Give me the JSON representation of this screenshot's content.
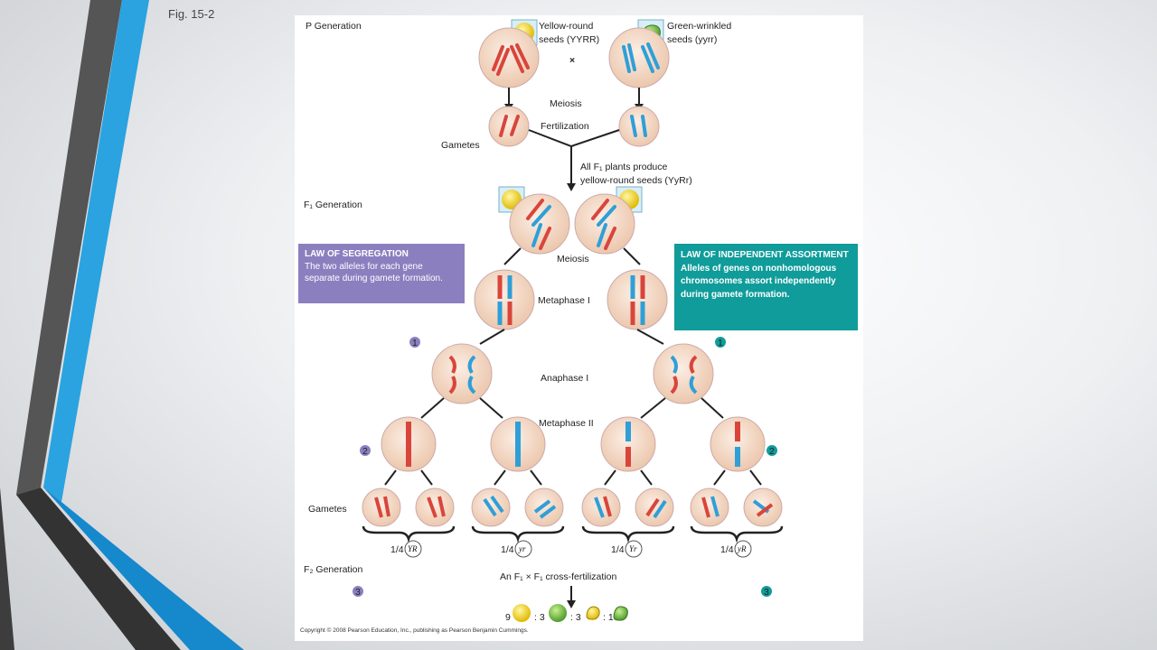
{
  "slide": {
    "fig_label": "Fig. 15-2"
  },
  "labels": {
    "p_generation": "P Generation",
    "yellow_round": "Yellow-round",
    "yellow_round_seeds": "seeds (YYRR)",
    "green_wrinkled": "Green-wrinkled",
    "green_wrinkled_seeds": "seeds (yyrr)",
    "cross": "×",
    "meiosis": "Meiosis",
    "fertilization": "Fertilization",
    "gametes": "Gametes",
    "all_f1": "All F₁ plants produce",
    "all_f1_2": "yellow-round seeds (YyRr)",
    "f1_generation": "F₁ Generation",
    "metaphase_1": "Metaphase I",
    "anaphase_1": "Anaphase I",
    "metaphase_2": "Metaphase II",
    "f2_generation": "F₂ Generation",
    "cross_fert": "An F₁ × F₁ cross-fertilization",
    "ratio_9": "9",
    "ratio_3a": ": 3",
    "ratio_3b": ": 3",
    "ratio_1": ": 1"
  },
  "boxes": {
    "segregation_title": "LAW OF SEGREGATION",
    "segregation_text": "The two alleles for each gene separate during gamete formation.",
    "independent_text": "LAW OF INDEPENDENT ASSORTMENT Alleles of genes on nonhomologous chromosomes assort independently during gamete formation."
  },
  "fractions": [
    {
      "frac": "1/4",
      "gamete": "YR"
    },
    {
      "frac": "1/4",
      "gamete": "yr"
    },
    {
      "frac": "1/4",
      "gamete": "Yr"
    },
    {
      "frac": "1/4",
      "gamete": "yR"
    }
  ],
  "steps": {
    "one": "1",
    "two": "2",
    "three": "3"
  },
  "copyright": "Copyright © 2008 Pearson Education, Inc., publishing as Pearson Benjamin Cummings.",
  "colors": {
    "red_chromosome": "#d9453b",
    "blue_chromosome": "#2f9fd8",
    "cell": "#f2d6c4",
    "segregation": "#8c7fbf",
    "independent": "#0f9c9a"
  }
}
